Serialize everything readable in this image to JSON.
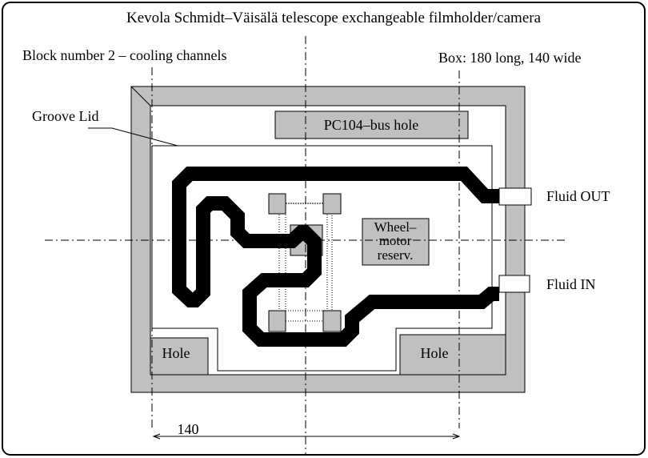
{
  "title": "Kevola Schmidt–Väisälä telescope exchangeable filmholder/camera",
  "block_label": "Block number 2 – cooling channels",
  "box_label": "Box: 180 long, 140 wide",
  "groove_lid_label": "Groove Lid",
  "pc104_label": "PC104–bus hole",
  "wheel_motor_lines": [
    "Wheel–",
    "motor",
    "reserv."
  ],
  "fluid_out_label": "Fluid OUT",
  "fluid_in_label": "Fluid IN",
  "hole_left_label": "Hole",
  "hole_right_label": "Hole",
  "dimension_label": "140",
  "colors": {
    "box_fill": "#c0c0c0",
    "channel": "#000000",
    "line": "#000000",
    "background": "#ffffff"
  }
}
